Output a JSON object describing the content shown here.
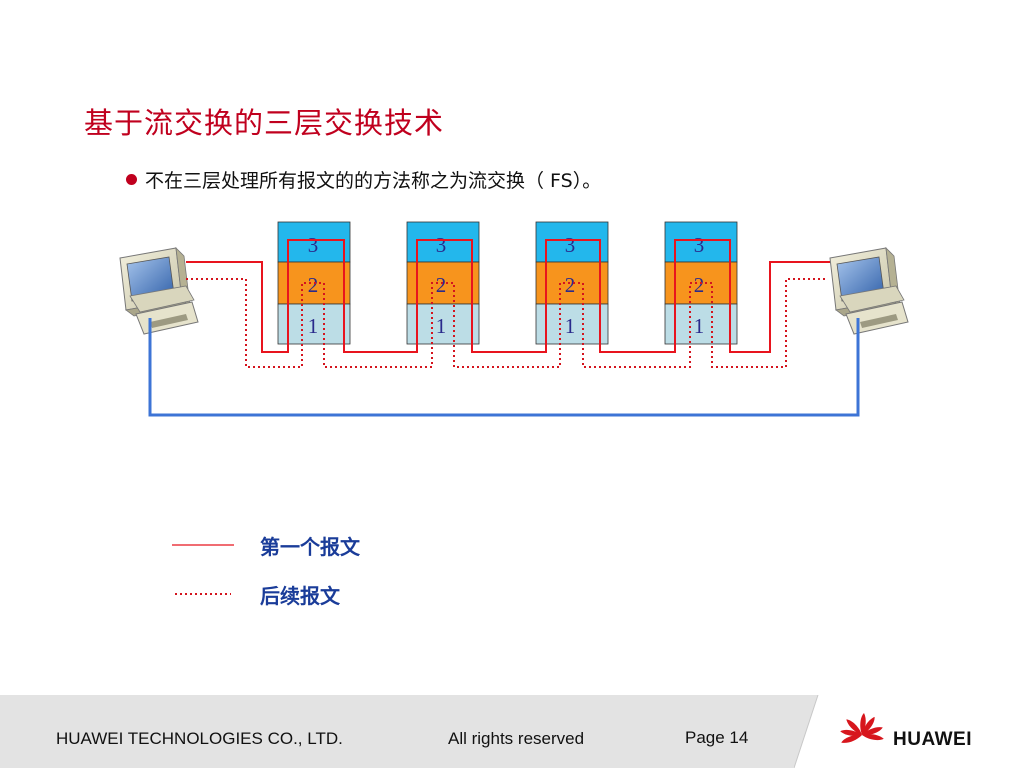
{
  "title": "基于流交换的三层交换技术",
  "bullet": "不在三层处理所有报文的的方法称之为流交换（ FS）。",
  "switches": [
    {
      "layers": [
        "3",
        "2",
        "1"
      ]
    },
    {
      "layers": [
        "3",
        "2",
        "1"
      ]
    },
    {
      "layers": [
        "3",
        "2",
        "1"
      ]
    },
    {
      "layers": [
        "3",
        "2",
        "1"
      ]
    }
  ],
  "legend": {
    "first_packet": "第一个报文",
    "subsequent_packets": "后续报文"
  },
  "footer": {
    "company": "HUAWEI TECHNOLOGIES CO., LTD.",
    "rights": "All rights reserved",
    "page": "Page 14",
    "logo": "HUAWEI"
  },
  "colors": {
    "title": "#c0001e",
    "layer3": "#23b7ec",
    "layer2": "#f7941d",
    "layer1": "#bcdde6",
    "first_packet_line": "#e8141e",
    "subsequent_line": "#d4141e",
    "host_link": "#3d74d6",
    "legend_text": "#1a3c99"
  }
}
